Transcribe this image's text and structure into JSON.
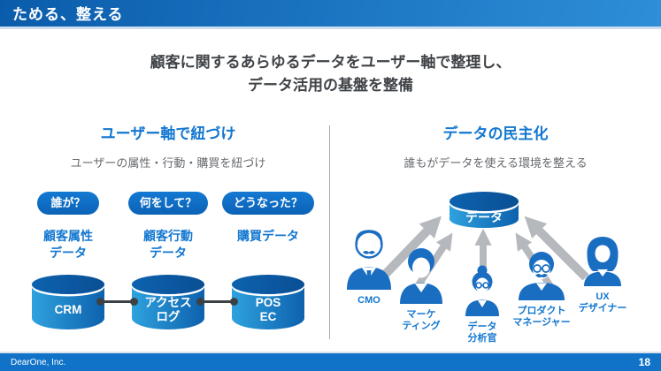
{
  "header": {
    "title": "ためる、整える"
  },
  "main_title": {
    "line1": "顧客に関するあらゆるデータをユーザー軸で整理し、",
    "line2": "データ活用の基盤を整備"
  },
  "left_panel": {
    "heading": "ユーザー軸で紐づけ",
    "subtitle": "ユーザーの属性・行動・購買を紐づけ",
    "columns": [
      {
        "question": "誰が？",
        "data_label": "顧客属性\nデータ",
        "database": "CRM"
      },
      {
        "question": "何をして？",
        "data_label": "顧客行動\nデータ",
        "database": "アクセス\nログ"
      },
      {
        "question": "どうなった？",
        "data_label": "購買データ",
        "database": "POS\nEC"
      }
    ]
  },
  "right_panel": {
    "heading": "データの民主化",
    "subtitle": "誰もがデータを使える環境を整える",
    "database": "データ",
    "roles": [
      {
        "label": "CMO"
      },
      {
        "label": "マーケ\nティング"
      },
      {
        "label": "データ\n分析官"
      },
      {
        "label": "プロダクト\nマネージャー"
      },
      {
        "label": "UX\nデザイナー"
      }
    ]
  },
  "footer": {
    "company": "DearOne, Inc.",
    "page": "18"
  },
  "colors": {
    "header_gradient_start": "#0a5cab",
    "header_gradient_end": "#2e8ed8",
    "accent_blue": "#1377d0",
    "pill_blue": "#0d6cc2",
    "cylinder_light": "#2fa2de",
    "cylinder_dark": "#0a4f94",
    "title_gray": "#3f4347",
    "subtitle_gray": "#66696d",
    "arrow_gray": "#b5b8bc",
    "person_blue": "#1a6ec2",
    "footer_blue": "#1173c8",
    "connector_dark": "#3c4146"
  }
}
